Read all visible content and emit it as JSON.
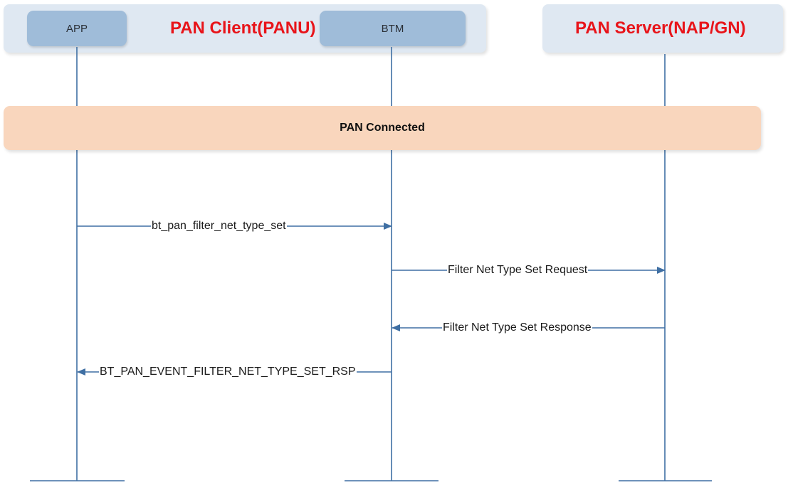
{
  "groups": {
    "client_title": "PAN Client(PANU)",
    "server_title": "PAN Server(NAP/GN)"
  },
  "participants": {
    "app": "APP",
    "btm": "BTM"
  },
  "banner": {
    "label": "PAN Connected",
    "color": "#f9d6bd"
  },
  "messages": [
    {
      "label": "bt_pan_filter_net_type_set",
      "from": "APP",
      "to": "BTM"
    },
    {
      "label": "Filter Net Type Set Request",
      "from": "BTM",
      "to": "PAN Server(NAP/GN)"
    },
    {
      "label": "Filter Net Type Set Response",
      "from": "PAN Server(NAP/GN)",
      "to": "BTM"
    },
    {
      "label": "BT_PAN_EVENT_FILTER_NET_TYPE_SET_RSP",
      "from": "BTM",
      "to": "APP"
    }
  ],
  "colors": {
    "group_fill": "#dfe8f2",
    "participant_fill": "#9fbcd9",
    "title_red": "#e8141a",
    "line_blue": "#3f6fa3"
  }
}
